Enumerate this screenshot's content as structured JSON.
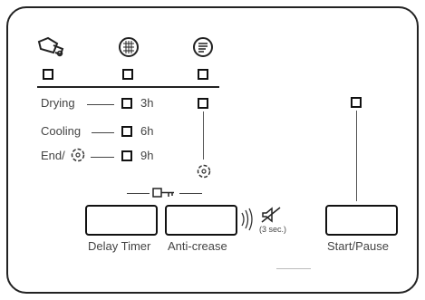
{
  "panel": {
    "programs": [
      {
        "icon": "iron-shirt-icon"
      },
      {
        "icon": "textile-grid-icon"
      },
      {
        "icon": "drum-icon"
      }
    ],
    "rows": [
      {
        "label": "Drying",
        "time": "3h"
      },
      {
        "label": "Cooling",
        "time": "6h"
      },
      {
        "label": "End/",
        "time": "9h"
      }
    ],
    "buttons": {
      "delay_timer": "Delay Timer",
      "anti_crease": "Anti-crease",
      "start_pause": "Start/Pause"
    },
    "mute_hint": "(3 sec.)",
    "key_icon": "child-lock-key-icon"
  }
}
